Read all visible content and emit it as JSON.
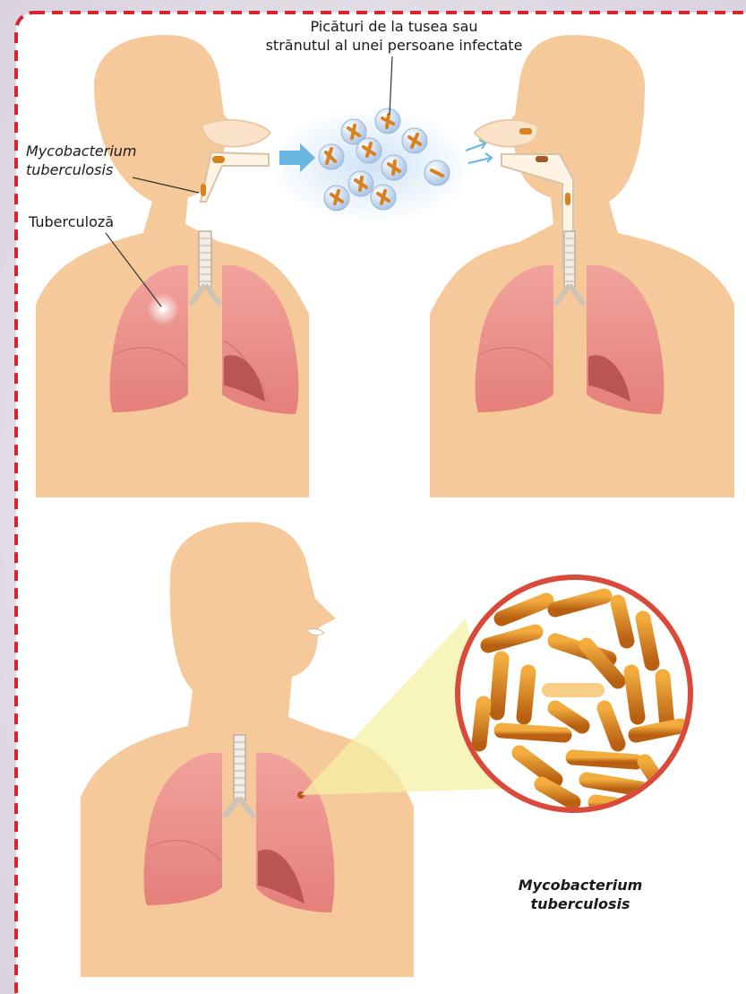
{
  "labels": {
    "droplets_line1": "Picături de la tusea sau",
    "droplets_line2": "strănutul al unei persoane infectate",
    "bacterium_top_line1": "Mycobacterium",
    "bacterium_top_line2": "tuberculosis",
    "disease": "Tuberculoză",
    "bacterium_bottom_line1": "Mycobacterium",
    "bacterium_bottom_line2": "tuberculosis"
  },
  "colors": {
    "border": "#d8242f",
    "skin": "#f6c99b",
    "lung": "#eb8b86",
    "lung_dark": "#a8403d",
    "bacteria": "#d9801f",
    "zoom_ring": "#d94a3a",
    "zoom_beam": "#f4f0a6",
    "droplet": "#c9dcf2",
    "arrow": "#69b6e3"
  }
}
